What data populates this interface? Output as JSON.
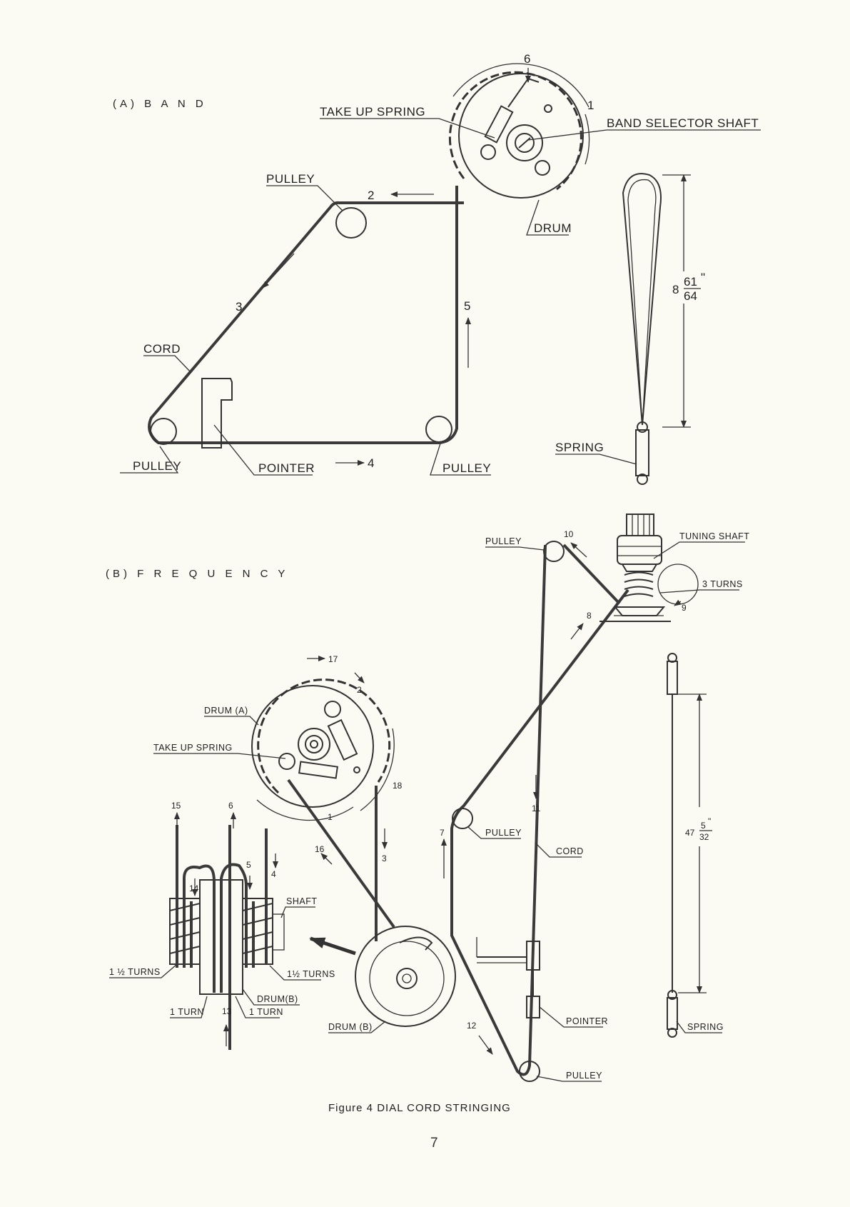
{
  "sections": {
    "band_title": "(A) B A N D",
    "frequency_title": "(B) F R E Q U E N C Y"
  },
  "band": {
    "labels": {
      "take_up_spring": "TAKE UP SPRING",
      "band_selector_shaft": "BAND SELECTOR SHAFT",
      "pulley_top": "PULLEY",
      "drum": "DRUM",
      "cord": "CORD",
      "pulley_left": "PULLEY",
      "pointer": "POINTER",
      "pulley_right": "PULLEY",
      "spring": "SPRING"
    },
    "steps": [
      "1",
      "2",
      "3",
      "4",
      "5",
      "6"
    ],
    "spring_dimension": {
      "whole": "8",
      "num": "61",
      "den": "64",
      "unit": "\""
    }
  },
  "frequency": {
    "labels": {
      "pulley_top": "PULLEY",
      "tuning_shaft": "TUNING SHAFT",
      "three_turns": "3 TURNS",
      "drum_a": "DRUM (A)",
      "take_up_spring": "TAKE UP SPRING",
      "pulley_mid": "PULLEY",
      "cord": "CORD",
      "shaft": "SHAFT",
      "one_half_turns_left": "1 ½ TURNS",
      "one_half_turns_right": "1½ TURNS",
      "drum_b_detail": "DRUM(B)",
      "one_turn_left": "1 TURN",
      "one_turn_right": "1 TURN",
      "drum_b": "DRUM (B)",
      "pointer": "POINTER",
      "pulley_bottom": "PULLEY",
      "spring": "SPRING"
    },
    "steps": [
      "1",
      "2",
      "3",
      "4",
      "5",
      "6",
      "7",
      "8",
      "9",
      "10",
      "11",
      "12",
      "13",
      "14",
      "15",
      "16",
      "17",
      "18"
    ],
    "spring_dimension": {
      "whole": "47",
      "num": "5",
      "den": "32",
      "unit": "\""
    }
  },
  "caption": "Figure 4 DIAL CORD STRINGING",
  "page_number": "7"
}
